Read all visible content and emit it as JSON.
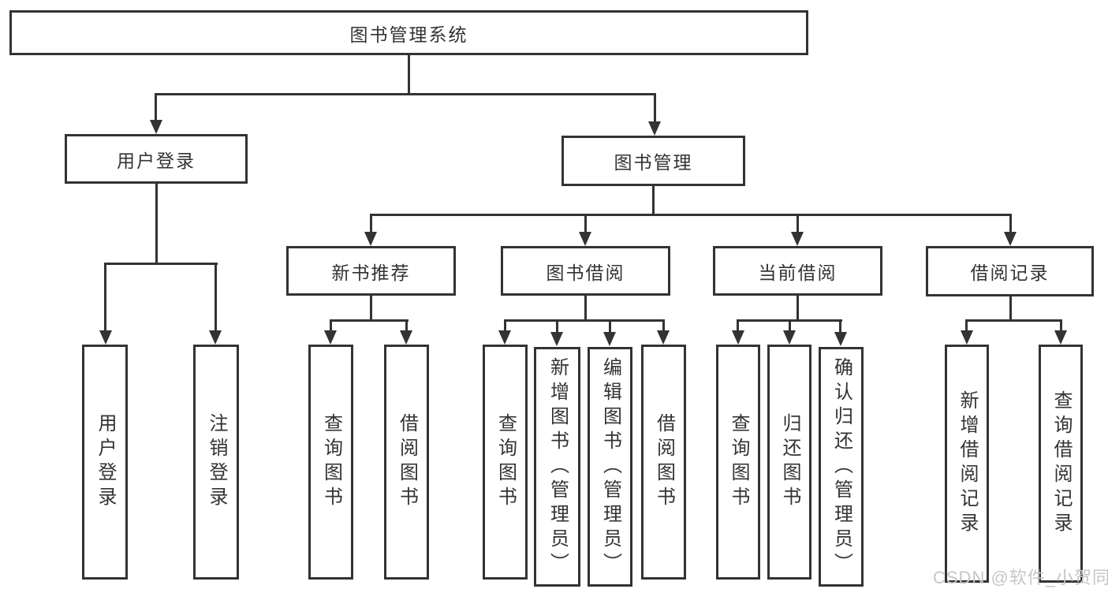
{
  "nodes": {
    "root": {
      "label": "图书管理系统"
    },
    "level2": {
      "user_login": {
        "label": "用户登录"
      },
      "book_mgmt": {
        "label": "图书管理"
      }
    },
    "level3": {
      "new_book_rec": {
        "label": "新书推荐"
      },
      "book_borrow": {
        "label": "图书借阅"
      },
      "current_borrow": {
        "label": "当前借阅"
      },
      "borrow_records": {
        "label": "借阅记录"
      }
    },
    "leaves": {
      "user_login": {
        "label": "用户登录"
      },
      "logout": {
        "label": "注销登录"
      },
      "rec_query_book": {
        "label": "查询图书"
      },
      "rec_borrow_book": {
        "label": "借阅图书"
      },
      "bb_query_book": {
        "label": "查询图书"
      },
      "bb_add_book": {
        "label": "新增图书（管理员）"
      },
      "bb_edit_book": {
        "label": "编辑图书（管理员）"
      },
      "bb_borrow_book": {
        "label": "借阅图书"
      },
      "cb_query_book": {
        "label": "查询图书"
      },
      "cb_return_book": {
        "label": "归还图书"
      },
      "cb_confirm_return": {
        "label": "确认归还（管理员）"
      },
      "br_add_record": {
        "label": "新增借阅记录"
      },
      "br_query_record": {
        "label": "查询借阅记录"
      }
    }
  },
  "hierarchy": {
    "root": [
      "level2.user_login",
      "level2.book_mgmt"
    ],
    "level2.user_login": [
      "leaves.user_login",
      "leaves.logout"
    ],
    "level2.book_mgmt": [
      "level3.new_book_rec",
      "level3.book_borrow",
      "level3.current_borrow",
      "level3.borrow_records"
    ],
    "level3.new_book_rec": [
      "leaves.rec_query_book",
      "leaves.rec_borrow_book"
    ],
    "level3.book_borrow": [
      "leaves.bb_query_book",
      "leaves.bb_add_book",
      "leaves.bb_edit_book",
      "leaves.bb_borrow_book"
    ],
    "level3.current_borrow": [
      "leaves.cb_query_book",
      "leaves.cb_return_book",
      "leaves.cb_confirm_return"
    ],
    "level3.borrow_records": [
      "leaves.br_add_record",
      "leaves.br_query_record"
    ]
  },
  "watermark": {
    "text": "CSDN @软件_小贺同学"
  },
  "colors": {
    "line": "#333333",
    "text": "#333333",
    "box_bg": "#ffffff",
    "background": "#ffffff",
    "watermark": "#c3c6ca"
  }
}
